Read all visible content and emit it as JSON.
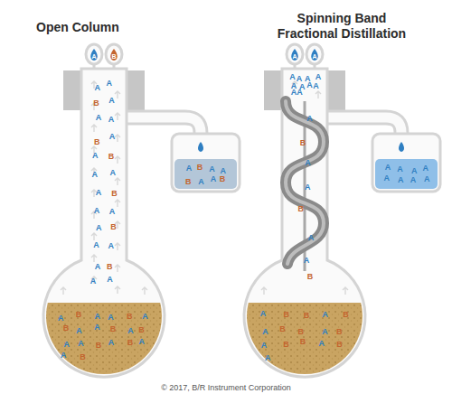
{
  "diagram": {
    "caption": "© 2017, B/R Instrument Corporation",
    "labels": [
      "Open Column",
      "Spinning Band Fractional Distillation",
      "A",
      "B",
      "A",
      "A",
      "B",
      "A",
      "B",
      "A",
      "A",
      "B",
      "A",
      "B",
      "A",
      "A",
      "B",
      "A",
      "B",
      "A",
      "A",
      "B",
      "A",
      "A",
      "B",
      "A",
      "A",
      "A",
      "B",
      "A",
      "A",
      "B",
      "A",
      "A",
      "A",
      "B",
      "A",
      "A",
      "A",
      "B",
      "A",
      "A",
      "A",
      "B",
      "A",
      "A",
      "A",
      "B",
      "A",
      "A",
      "B",
      "A",
      "A",
      "B",
      "A",
      "B",
      "A",
      "B",
      "B",
      "A",
      "B",
      "A",
      "B",
      "B",
      "A",
      "B",
      "A",
      "B",
      "B",
      "A",
      "B",
      "A",
      "A",
      "A",
      "A",
      "A",
      "A",
      "A",
      "A",
      "A",
      "A",
      "A",
      "A",
      "B",
      "A",
      "A",
      "B",
      "A",
      "A",
      "B",
      "A",
      "A",
      "A",
      "A",
      "A",
      "A",
      "A",
      "A",
      "A",
      "A"
    ]
  }
}
